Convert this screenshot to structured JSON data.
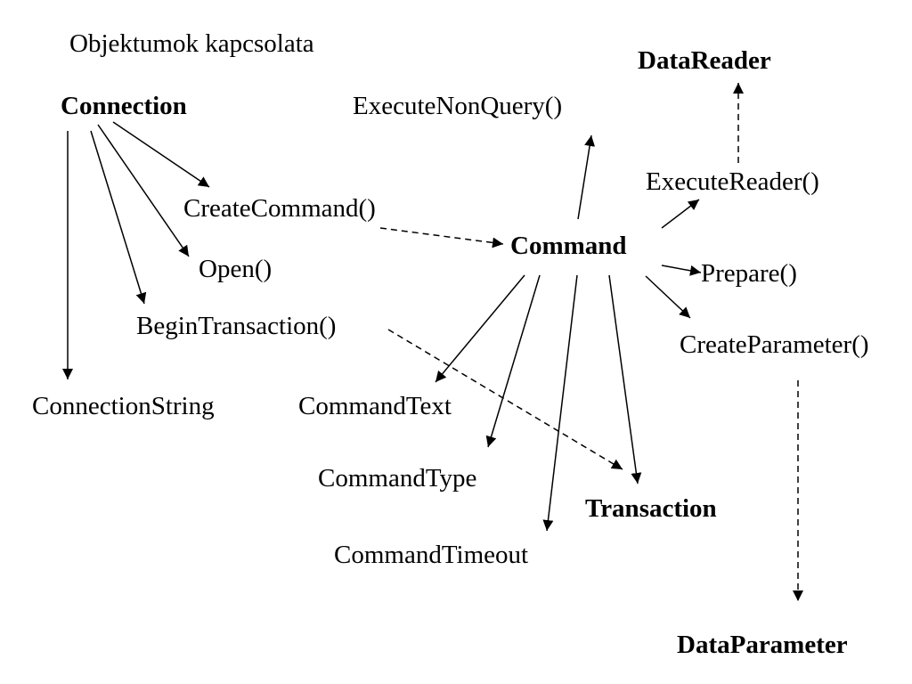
{
  "title": "Objektumok kapcsolata",
  "nodes": {
    "connection": "Connection",
    "command": "Command",
    "datareader": "DataReader",
    "transaction": "Transaction",
    "dataparameter": "DataParameter",
    "execute_non_query": "ExecuteNonQuery()",
    "execute_reader": "ExecuteReader()",
    "create_command": "CreateCommand()",
    "open": "Open()",
    "begin_transaction": "BeginTransaction()",
    "connection_string": "ConnectionString",
    "prepare": "Prepare()",
    "create_parameter": "CreateParameter()",
    "command_text": "CommandText",
    "command_type": "CommandType",
    "command_timeout": "CommandTimeout"
  }
}
